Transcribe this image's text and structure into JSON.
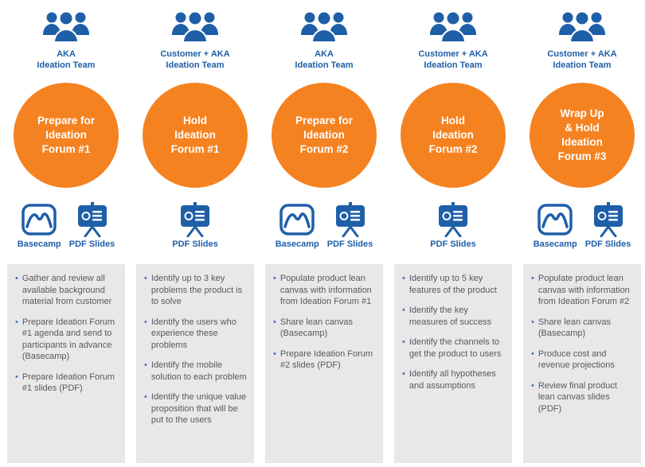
{
  "colors": {
    "orange": "#F58220",
    "blue": "#1F5FA8",
    "box_gray": "#E8E8E9",
    "task_text": "#58595B",
    "bullet_blue": "#4478AE"
  },
  "ui": {
    "list_bullet": "•"
  },
  "columns": [
    {
      "team": "AKA\nIdeation Team",
      "step": "Prepare for\nIdeation\nForum #1",
      "tools": [
        {
          "icon": "basecamp-icon",
          "label": "Basecamp"
        },
        {
          "icon": "pdf-slides-icon",
          "label": "PDF Slides"
        }
      ],
      "tasks": [
        "Gather and review all available background material from customer",
        "Prepare Ideation Forum #1 agenda and send to participants in advance (Basecamp)",
        "Prepare Ideation Forum #1 slides (PDF)"
      ]
    },
    {
      "team": "Customer + AKA\nIdeation Team",
      "step": "Hold\nIdeation\nForum #1",
      "tools": [
        {
          "icon": "pdf-slides-icon",
          "label": "PDF Slides"
        }
      ],
      "tasks": [
        "Identify up to 3 key problems the product is to solve",
        "Identify the users who experience these problems",
        "Identify the mobile solution to each problem",
        "Identify the unique value proposition that will be put to the users"
      ]
    },
    {
      "team": "AKA\nIdeation Team",
      "step": "Prepare for\nIdeation\nForum #2",
      "tools": [
        {
          "icon": "basecamp-icon",
          "label": "Basecamp"
        },
        {
          "icon": "pdf-slides-icon",
          "label": "PDF Slides"
        }
      ],
      "tasks": [
        "Populate product lean canvas with information from Ideation Forum #1",
        "Share lean canvas (Basecamp)",
        "Prepare Ideation Forum #2 slides (PDF)"
      ]
    },
    {
      "team": "Customer + AKA\nIdeation Team",
      "step": "Hold\nIdeation\nForum #2",
      "tools": [
        {
          "icon": "pdf-slides-icon",
          "label": "PDF Slides"
        }
      ],
      "tasks": [
        "Identify up to 5 key features of the product",
        "Identify the key measures of success",
        "Identify the channels to get the product to users",
        "Identify all hypotheses and assumptions"
      ]
    },
    {
      "team": "Customer + AKA\nIdeation Team",
      "step": "Wrap Up\n& Hold\nIdeation\nForum #3",
      "tools": [
        {
          "icon": "basecamp-icon",
          "label": "Basecamp"
        },
        {
          "icon": "pdf-slides-icon",
          "label": "PDF Slides"
        }
      ],
      "tasks": [
        "Populate product lean canvas with information from Ideation Forum #2",
        "Share lean canvas (Basecamp)",
        "Produce cost and revenue projections",
        "Review final product lean canvas slides (PDF)"
      ]
    }
  ]
}
